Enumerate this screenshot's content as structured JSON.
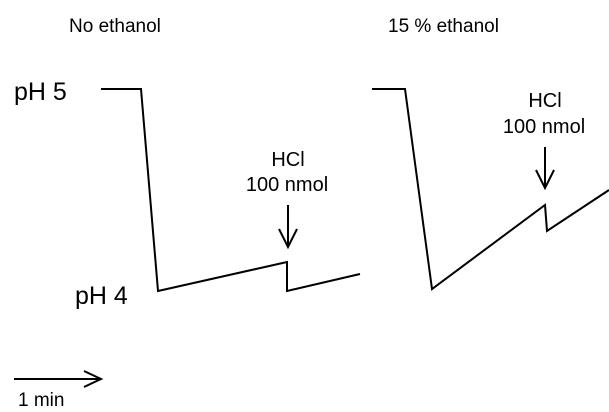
{
  "panels": [
    {
      "title": "No ethanol"
    },
    {
      "title": "15 % ethanol"
    }
  ],
  "axis": {
    "ph_high": "pH 5",
    "ph_low": "pH 4"
  },
  "annotations": {
    "left": {
      "reagent": "HCl",
      "amount": "100 nmol"
    },
    "right": {
      "reagent": "HCl",
      "amount": "100 nmol"
    }
  },
  "time_scale": {
    "label": "1 min"
  },
  "colors": {
    "ink": "#000000",
    "background": "#ffffff"
  }
}
